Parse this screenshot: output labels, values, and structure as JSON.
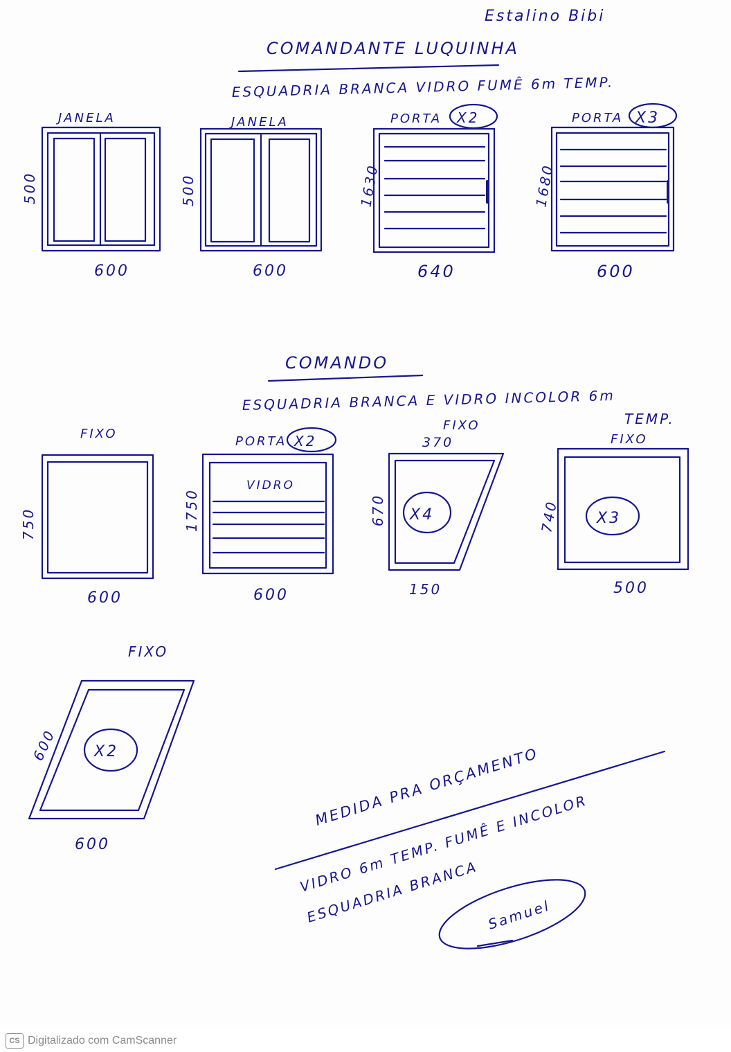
{
  "header": {
    "signature_top": "Estalino Bibi",
    "title": "COMANDANTE LUQUINHA",
    "spec": "ESQUADRIA BRANCA VIDRO FUMÊ 6m TEMP."
  },
  "section1": {
    "items": [
      {
        "label": "JANELA",
        "height": "500",
        "width": "600"
      },
      {
        "label": "JANELA",
        "height": "500",
        "width": "600"
      },
      {
        "label": "PORTA",
        "qty": "X2",
        "height": "1630",
        "width": "640"
      },
      {
        "label": "PORTA",
        "qty": "X3",
        "height": "1680",
        "width": "600"
      }
    ]
  },
  "section2": {
    "title": "COMANDO",
    "spec": "ESQUADRIA BRANCA E VIDRO INCOLOR 6m",
    "spec_cont": "TEMP.",
    "items": [
      {
        "label": "FIXO",
        "height": "750",
        "width": "600"
      },
      {
        "label": "PORTA",
        "qty": "X2",
        "inner": "VIDRO",
        "height": "1750",
        "width": "600"
      },
      {
        "label": "FIXO",
        "top": "370",
        "qty": "X4",
        "height": "670",
        "width": "150"
      },
      {
        "label": "FIXO",
        "qty": "X3",
        "height": "740",
        "width": "500"
      }
    ]
  },
  "section3": {
    "label": "FIXO",
    "qty": "X2",
    "height": "600",
    "width": "600"
  },
  "notes": {
    "line1": "MEDIDA PRA ORÇAMENTO",
    "line2": "VIDRO 6m TEMP. FUMÊ E INCOLOR",
    "line3": "ESQUADRIA BRANCA",
    "signature": "Samuel"
  },
  "footer": {
    "logo": "CS",
    "text": "Digitalizado com CamScanner"
  },
  "colors": {
    "ink": "#16168e",
    "paper": "#fdfdfe",
    "footer_text": "#8a8a8a"
  }
}
